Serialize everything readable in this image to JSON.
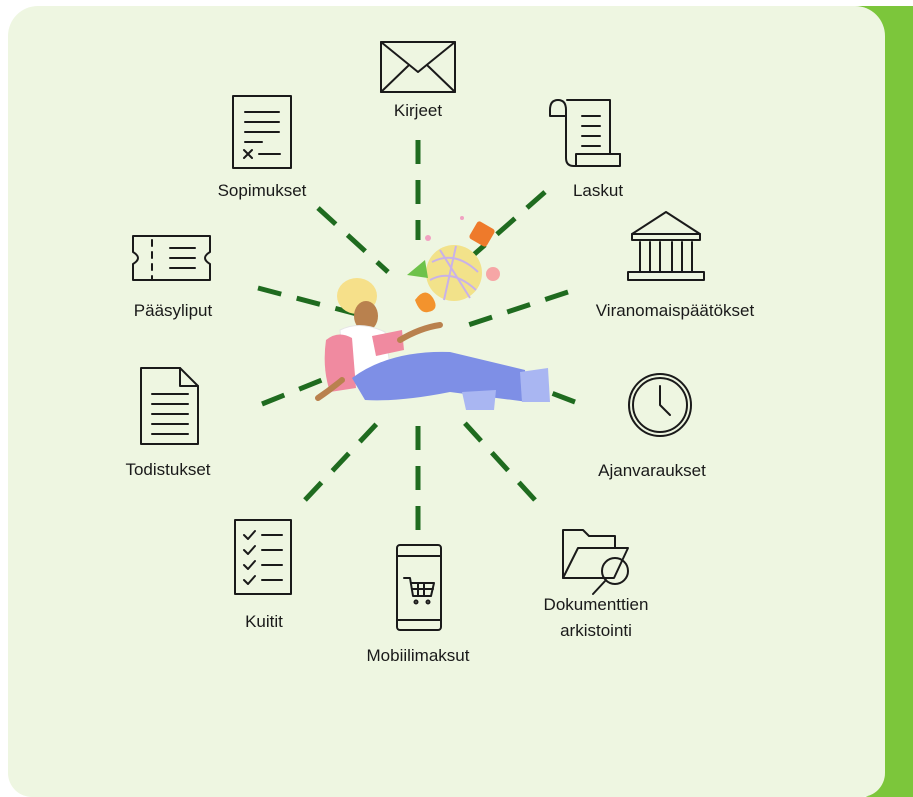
{
  "labels": {
    "kirjeet": "Kirjeet",
    "laskut": "Laskut",
    "viranomaispaatokset": "Viranomaispäätökset",
    "ajanvaraukset": "Ajanvaraukset",
    "dokumenttien_line1": "Dokumenttien",
    "dokumenttien_line2": "arkistointi",
    "mobiilimaksut": "Mobiilimaksut",
    "kuitit": "Kuitit",
    "todistukset": "Todistukset",
    "paasyliput": "Pääsyliput",
    "sopimukset": "Sopimukset"
  },
  "colors": {
    "panel": "#eef6e1",
    "accent_strip": "#7cc63b",
    "dashed_lines": "#1f6b1f"
  },
  "icons": {
    "kirjeet": "envelope-icon",
    "laskut": "receipt-scroll-icon",
    "viranomaispaatokset": "government-building-icon",
    "ajanvaraukset": "clock-icon",
    "dokumenttien_arkistointi": "folder-search-icon",
    "mobiilimaksut": "mobile-cart-icon",
    "kuitit": "checklist-icon",
    "todistukset": "document-icon",
    "paasyliput": "ticket-icon",
    "sopimukset": "contract-icon"
  }
}
